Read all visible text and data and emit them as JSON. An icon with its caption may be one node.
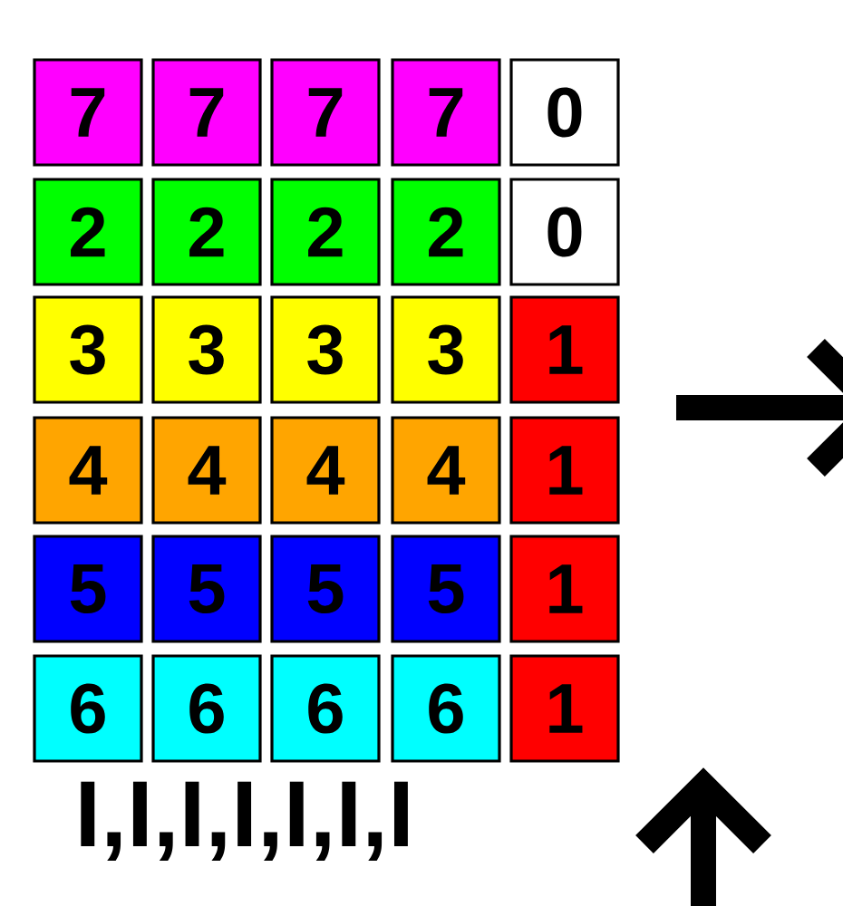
{
  "diagram": {
    "nodes": [
      {
        "text": [
          "7"
        ]
      },
      {
        "text": [
          "7"
        ]
      },
      {
        "text": [
          "7"
        ]
      },
      {
        "text": [
          "7"
        ]
      },
      {
        "text": [
          "0"
        ]
      },
      {
        "text": [
          "2"
        ]
      },
      {
        "text": [
          "2"
        ]
      },
      {
        "text": [
          "2"
        ]
      },
      {
        "text": [
          "2"
        ]
      },
      {
        "text": [
          "0"
        ]
      },
      {
        "text": [
          "3"
        ]
      },
      {
        "text": [
          "3"
        ]
      },
      {
        "text": [
          "3"
        ]
      },
      {
        "text": [
          "3"
        ]
      },
      {
        "text": [
          "1"
        ]
      },
      {
        "text": [
          "4"
        ]
      },
      {
        "text": [
          "4"
        ]
      },
      {
        "text": [
          "4"
        ]
      },
      {
        "text": [
          "4"
        ]
      },
      {
        "text": [
          "1"
        ]
      },
      {
        "text": [
          "5"
        ]
      },
      {
        "text": [
          "5"
        ]
      },
      {
        "text": [
          "5"
        ]
      },
      {
        "text": [
          "5"
        ]
      },
      {
        "text": [
          "1"
        ]
      },
      {
        "text": [
          "6"
        ]
      },
      {
        "text": [
          "6"
        ]
      },
      {
        "text": [
          "6"
        ]
      },
      {
        "text": [
          "6"
        ]
      },
      {
        "text": [
          "1"
        ]
      }
    ],
    "labels": [
      "I,I,I,I,I,I,I"
    ]
  }
}
